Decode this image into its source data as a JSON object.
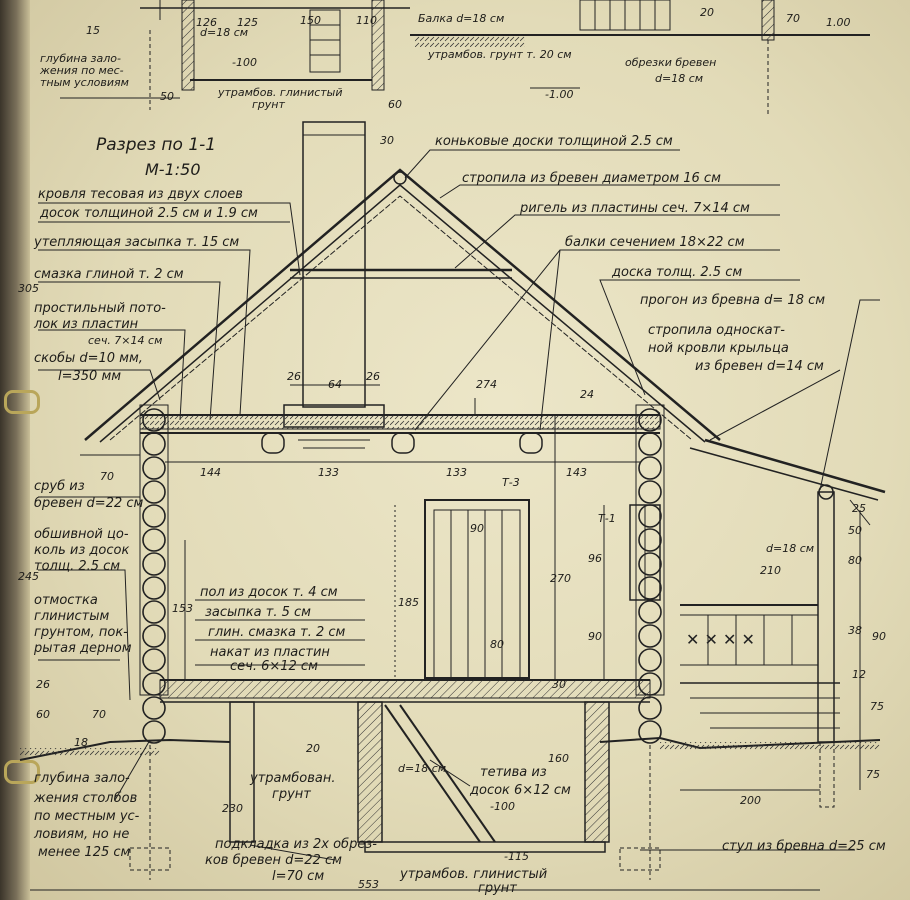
{
  "section_title": "Разрез по 1-1",
  "scale": "М-1:50",
  "labels": {
    "ridge_boards": "коньковые доски толщиной 2.5 см",
    "rafters": "стропила из бревен диаметром 16 см",
    "crossbar": "ригель из пластины сеч. 7×14 см",
    "beams": "балки сечением 18×22 см",
    "board": "доска толщ. 2.5 см",
    "purlin": "прогон из бревна d= 18 см",
    "porch_rafters_1": "стропила односкат-",
    "porch_rafters_2": "ной кровли крыльца",
    "porch_rafters_3": "из бревен d=14 см",
    "roof_1": "кровля тесовая из двух слоев",
    "roof_2": "досок толщиной 2.5 см и 1.9 см",
    "insulation": "утепляющая засыпка т. 15 см",
    "clay_coat": "смазка глиной т. 2 см",
    "ceiling_1": "простильный пото-",
    "ceiling_2": "лок из пластин",
    "ceiling_3": "сеч. 7×14 см",
    "nails_1": "скобы d=10 мм,",
    "nails_2": "l=350 мм",
    "frame_1": "сруб из",
    "frame_2": "бревен d=22 см",
    "sheathing_1": "обшивной цо-",
    "sheathing_2": "коль из досок",
    "sheathing_3": "толщ. 2.5 см",
    "blind_1": "отмостка",
    "blind_2": "глинистым",
    "blind_3": "грунтом, пок-",
    "blind_4": "рытая дерном",
    "floor_1": "пол из досок т. 4 см",
    "floor_2": "засыпка т. 5 см",
    "floor_3": "глин. смазка т. 2 см",
    "floor_4": "накат из пластин",
    "floor_5": "сеч. 6×12 см",
    "depth_1": "глубина зало-",
    "depth_2": "жения столбов",
    "depth_3": "по местным ус-",
    "depth_4": "ловиям, но не",
    "depth_5": "менее 125 см",
    "soil_1": "утрамбован.",
    "soil_2": "грунт",
    "stringer_1": "тетива из",
    "stringer_2": "досок 6×12 см",
    "pad_1": "подкладка из 2х обрез-",
    "pad_2": "ков бревен d=22 см",
    "pad_3": "l=70 см",
    "clay_soil_1": "утрамбов. глинистый",
    "clay_soil_2": "грунт",
    "post": "стул из бревна d=25 см",
    "top_lag": "Балка d=18 см",
    "top_soil": "утрамбов. грунт т. 20 см",
    "top_cut": "обрезки бревен",
    "top_cut_d": "d=18 см",
    "top_clay": "утрамбов. глинистый",
    "top_clay2": "грунт",
    "top_depth_1": "глубина зало-",
    "top_depth_2": "жения по мес-",
    "top_depth_3": "тным условиям",
    "d18": "d=18 см",
    "t1": "Т-1",
    "t3": "Т-3"
  },
  "dimensions": {
    "d26a": "26",
    "d64": "64",
    "d26b": "26",
    "d274": "274",
    "d24": "24",
    "d30": "30",
    "d70": "70",
    "d144": "144",
    "d133a": "133",
    "d133b": "133",
    "d143": "143",
    "d90a": "90",
    "d96": "96",
    "d270": "270",
    "d185": "185",
    "d153": "153",
    "d90b": "90",
    "d80": "80",
    "d210": "210",
    "d25": "25",
    "d50": "50",
    "d80b": "80",
    "d38": "38",
    "d90c": "90",
    "d12": "12",
    "d75a": "75",
    "d75b": "75",
    "d200": "200",
    "d160": "160",
    "d100a": "-100",
    "d115": "-115",
    "d230": "230",
    "d553": "553",
    "d20": "20",
    "d60": "60",
    "d70b": "70",
    "d18": "18",
    "d305": "305",
    "d245": "245",
    "d26c": "26",
    "d30b": "30",
    "t126": "126",
    "t125": "125",
    "t150": "150",
    "t110": "110",
    "t100": "-100",
    "t15": "15",
    "t50": "50",
    "t60": "60",
    "t100b": "-1.00",
    "t20": "20",
    "t70": "70",
    "t100c": "1.00",
    "td18": "d=18 см"
  }
}
